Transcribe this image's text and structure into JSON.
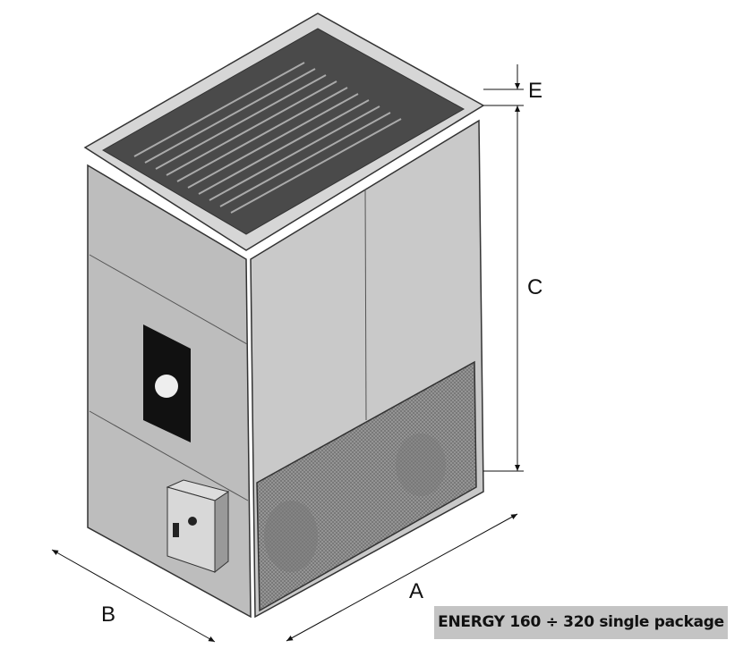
{
  "dimensions": {
    "a": "A",
    "b": "B",
    "c": "C",
    "e": "E"
  },
  "caption": "ENERGY 160 ÷ 320 single package"
}
